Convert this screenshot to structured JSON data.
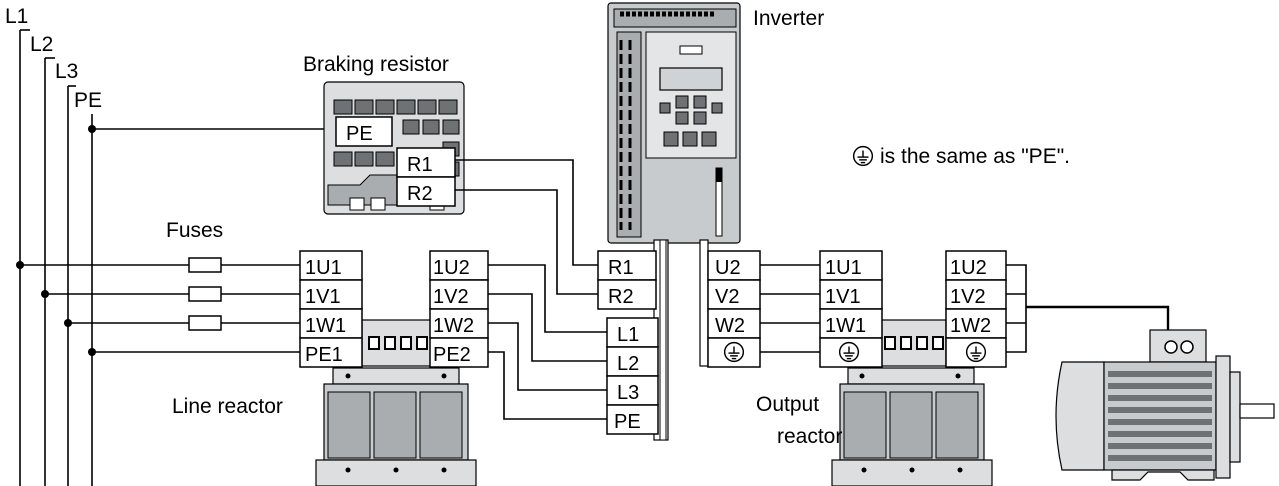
{
  "labels": {
    "l1": "L1",
    "l2": "L2",
    "l3": "L3",
    "pe": "PE",
    "braking_resistor": "Braking resistor",
    "inverter": "Inverter",
    "note": "is the same as \"PE\".",
    "fuses": "Fuses",
    "line_reactor": "Line reactor",
    "output_reactor_1": "Output",
    "output_reactor_2": "reactor"
  },
  "braking_resistor_terminals": {
    "pe": "PE",
    "r1": "R1",
    "r2": "R2"
  },
  "line_reactor_in": [
    "1U1",
    "1V1",
    "1W1",
    "PE1"
  ],
  "line_reactor_out": [
    "1U2",
    "1V2",
    "1W2",
    "PE2"
  ],
  "inverter_brake_terminals": [
    "R1",
    "R2"
  ],
  "inverter_line_terminals": [
    "L1",
    "L2",
    "L3",
    "PE"
  ],
  "inverter_output_terminals": [
    "U2",
    "V2",
    "W2"
  ],
  "output_reactor_in": [
    "1U1",
    "1V1",
    "1W1"
  ],
  "output_reactor_out": [
    "1U2",
    "1V2",
    "1W2"
  ]
}
